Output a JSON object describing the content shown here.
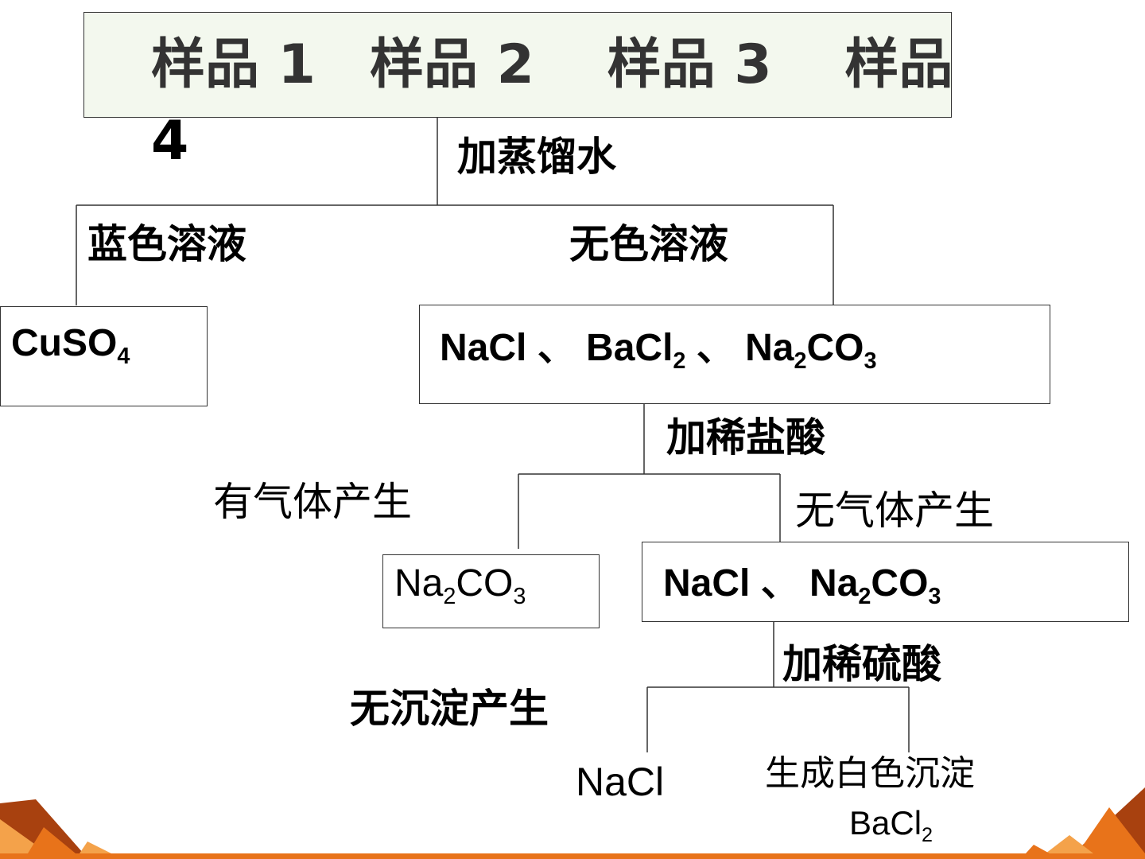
{
  "samples": {
    "line1": "样品 1　样品 2　 样品 3　 样品",
    "line2": "4"
  },
  "steps": {
    "add_water": "加蒸馏水",
    "add_hcl": "加稀盐酸",
    "add_h2so4": "加稀硫酸"
  },
  "observations": {
    "blue_solution": "蓝色溶液",
    "colorless_solution": "无色溶液",
    "gas_produced": "有气体产生",
    "no_gas": "无气体产生",
    "no_precipitate": "无沉淀产生",
    "white_precipitate": "生成白色沉淀"
  },
  "compounds": {
    "cuso4": {
      "base": "CuSO",
      "sub": "4"
    },
    "group1": {
      "nacl": "NaCl",
      "sep": " 、 ",
      "bacl2_base": "BaCl",
      "bacl2_sub": "2",
      "na2co3_a": "Na",
      "na2co3_sub1": "2",
      "na2co3_b": "CO",
      "na2co3_sub2": "3"
    },
    "na2co3": {
      "a": "Na",
      "sub1": "2",
      "b": "CO",
      "sub2": "3"
    },
    "group2": {
      "nacl": "NaCl",
      "sep": " 、 ",
      "na2co3_a": "Na",
      "na2co3_sub1": "2",
      "na2co3_b": "CO",
      "na2co3_sub2": "3"
    },
    "nacl": "NaCl",
    "bacl2": {
      "base": "BaCl",
      "sub": "2"
    }
  },
  "colors": {
    "title_box_bg": "#f3f8ee",
    "deco_orange": "#e8731a",
    "deco_dark": "#a8410f",
    "deco_light": "#f4a24a"
  }
}
